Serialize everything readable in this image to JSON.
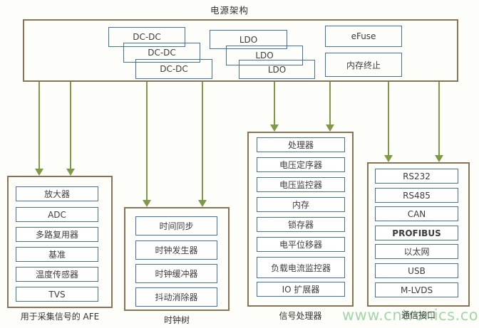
{
  "title": "电源架构",
  "power": {
    "dc": [
      "DC-DC",
      "DC-DC",
      "DC-DC"
    ],
    "ldo": [
      "LDO",
      "LDO",
      "LDO"
    ],
    "efuse": "eFuse",
    "memory_termination": "内存终止"
  },
  "groups": {
    "afe": {
      "caption": "用于采集信号的 AFE",
      "items": [
        "放大器",
        "ADC",
        "多路复用器",
        "基准",
        "温度传感器",
        "TVS"
      ]
    },
    "clock": {
      "caption": "时钟树",
      "items": [
        "时间同步",
        "时钟发生器",
        "时钟缓冲器",
        "抖动消除器"
      ]
    },
    "signal": {
      "caption": "信号处理器",
      "items": [
        "处理器",
        "电压定序器",
        "电压监控器",
        "内存",
        "锁存器",
        "电平位移器",
        "负载电流监控器",
        "IO 扩展器"
      ]
    },
    "comm": {
      "caption": "通信接口",
      "items": [
        "RS232",
        "RS485",
        "CAN",
        "PROFIBUS",
        "以太网",
        "USB",
        "M-LVDS"
      ]
    }
  },
  "watermark": "www.cntronics.com",
  "colors": {
    "arrow_green": "#7e9a45",
    "box_blue": "#41719c",
    "frame_brown": "#8a7355",
    "watermark_green": "#a5d6a7"
  }
}
